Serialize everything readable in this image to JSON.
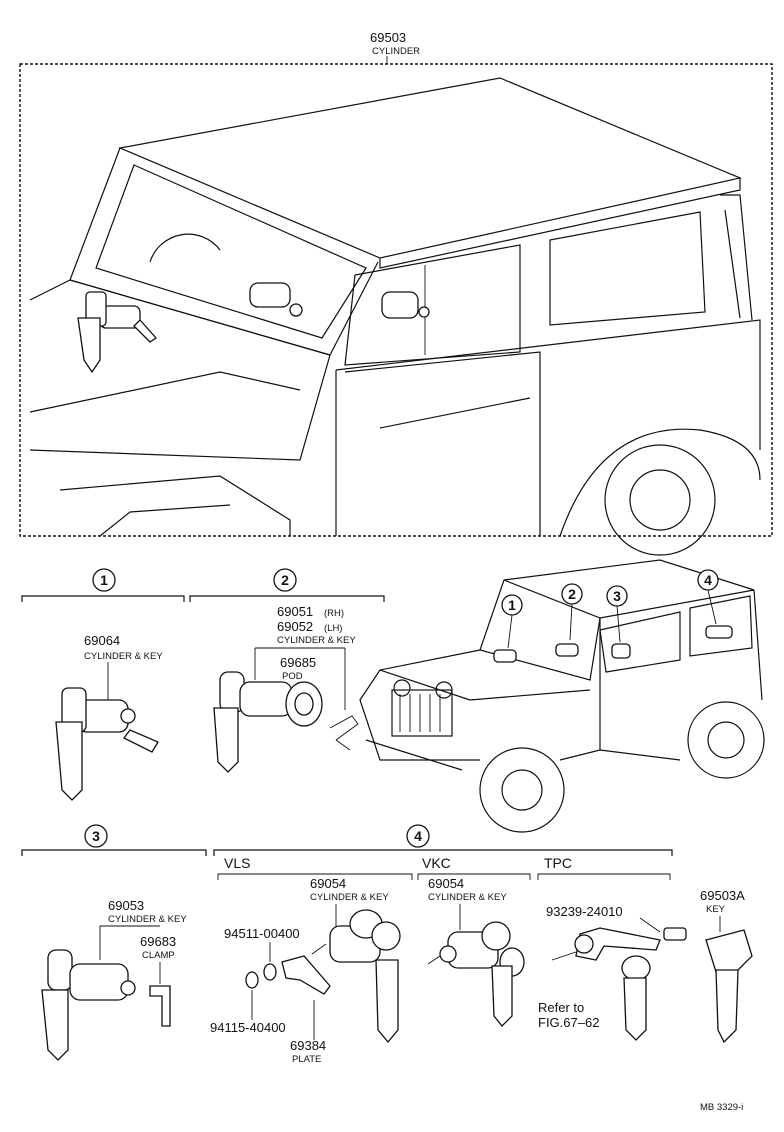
{
  "top": {
    "part_no": "69503",
    "desc": "CYLINDER"
  },
  "groups": {
    "g1": "1",
    "g2": "2",
    "g3": "3",
    "g4": "4"
  },
  "g4_sub": {
    "vls": "VLS",
    "vkc": "VKC",
    "tpc": "TPC"
  },
  "labels": {
    "p69064": "69064",
    "p69064_desc": "CYLINDER & KEY",
    "p69051": "69051",
    "p69051_side": "(RH)",
    "p69052": "69052",
    "p69052_side": "(LH)",
    "p6905x_desc": "CYLINDER & KEY",
    "p69685": "69685",
    "p69685_desc": "POD",
    "p69053": "69053",
    "p69053_desc": "CYLINDER & KEY",
    "p69683": "69683",
    "p69683_desc": "CLAMP",
    "p94511": "94511-00400",
    "p94115": "94115-40400",
    "p69054a": "69054",
    "p69054a_desc": "CYLINDER & KEY",
    "p69384": "69384",
    "p69384_desc": "PLATE",
    "p69054b": "69054",
    "p69054b_desc": "CYLINDER & KEY",
    "p93239": "93239-24010",
    "refer1": "Refer to",
    "refer2": "FIG.67–62",
    "p69503a": "69503A",
    "p69503a_desc": "KEY"
  },
  "footer": {
    "code": "MB 3329-i"
  }
}
